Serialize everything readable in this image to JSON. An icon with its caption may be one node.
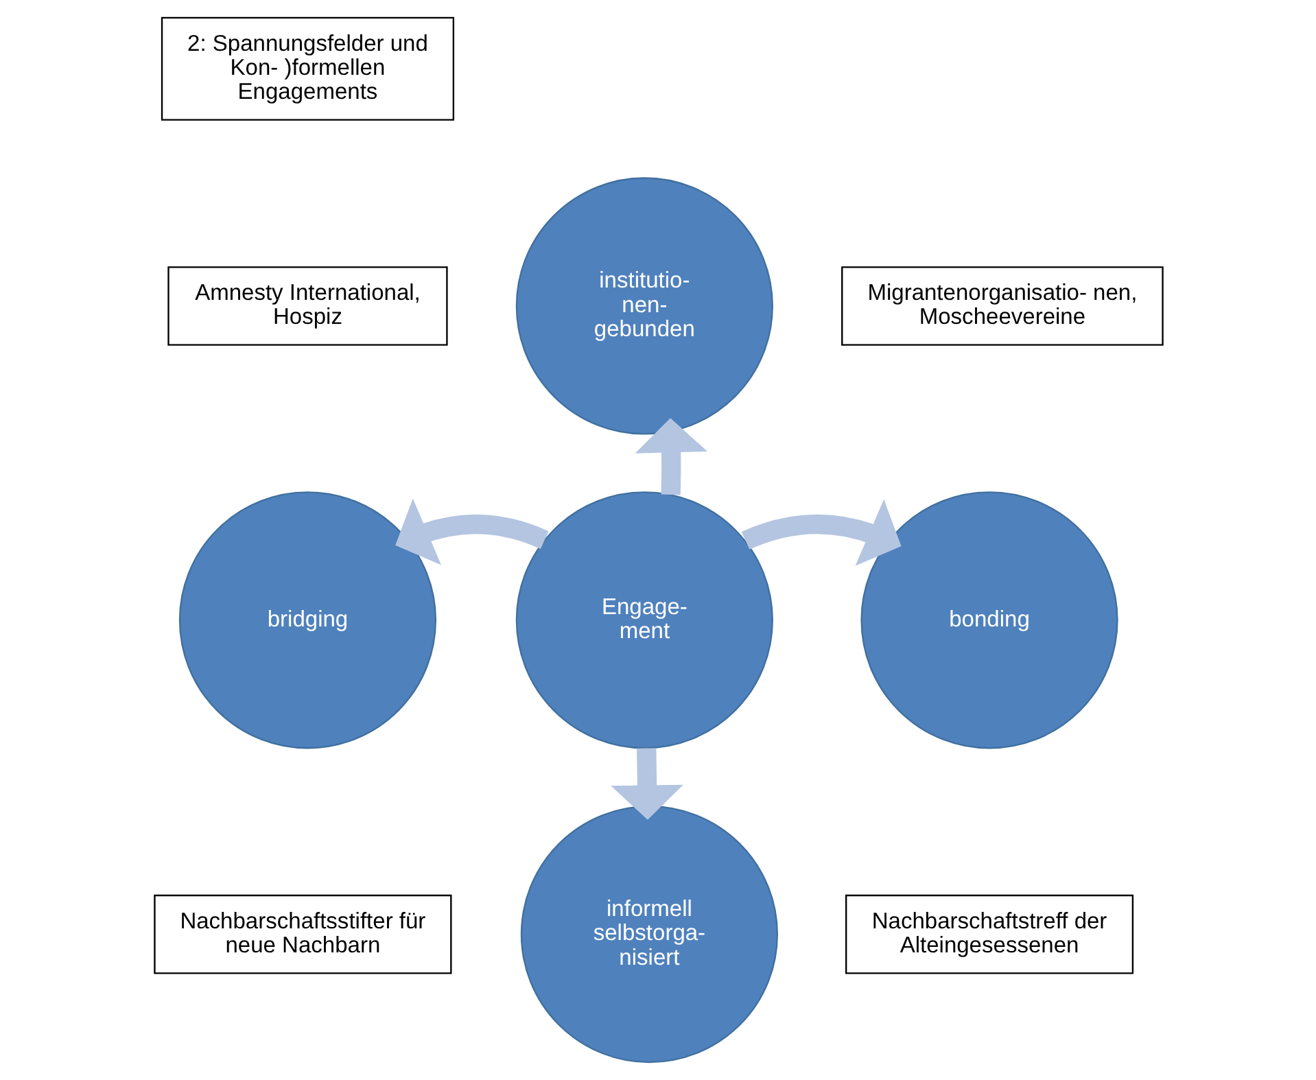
{
  "diagram": {
    "nodes": [
      {
        "text": [
          "2: Spannungsfelder und Kon- )formellen Engagements"
        ]
      },
      {
        "text": [
          "institutio- nen- gebunden"
        ]
      },
      {
        "text": [
          "Amnesty International, Hospiz"
        ]
      },
      {
        "text": [
          "Migrantenorganisatio- nen, Moscheevereine"
        ]
      },
      {
        "text": [
          "bridging"
        ]
      },
      {
        "text": [
          "Engage- ment"
        ]
      },
      {
        "text": [
          "bonding"
        ]
      },
      {
        "text": [
          "Nachbarschaftsstifter für neue Nachbarn"
        ]
      },
      {
        "text": [
          "informell selbstorga- nisiert"
        ]
      },
      {
        "text": [
          "Nachbarschaftstreff der Alteingesessenen"
        ]
      }
    ],
    "edges": [
      {
        "from": 5,
        "to": 1,
        "arrow": "to"
      },
      {
        "from": 5,
        "to": 4,
        "arrow": "to"
      },
      {
        "from": 5,
        "to": 6,
        "arrow": "to"
      },
      {
        "from": 5,
        "to": 8,
        "arrow": "to"
      }
    ]
  }
}
